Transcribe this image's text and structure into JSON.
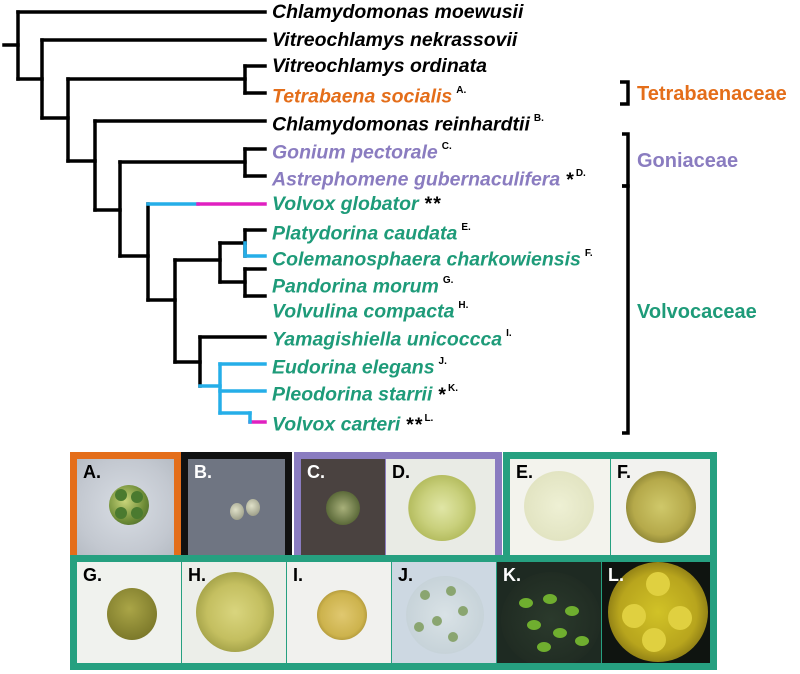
{
  "taxa": [
    {
      "name": "Chlamydomonas moewusii",
      "color": "#000000",
      "ref": "",
      "stars": ""
    },
    {
      "name": "Vitreochlamys nekrassovii",
      "color": "#000000",
      "ref": "",
      "stars": ""
    },
    {
      "name": "Vitreochlamys ordinata",
      "color": "#000000",
      "ref": "",
      "stars": ""
    },
    {
      "name": "Tetrabaena socialis",
      "color": "#e46e1a",
      "ref": "A.",
      "stars": ""
    },
    {
      "name": "Chlamydomonas reinhardtii",
      "color": "#000000",
      "ref": "B.",
      "stars": ""
    },
    {
      "name": "Gonium pectorale",
      "color": "#8a7cc0",
      "ref": "C.",
      "stars": ""
    },
    {
      "name": "Astrephomene gubernaculifera",
      "color": "#8a7cc0",
      "ref": "D.",
      "stars": "*"
    },
    {
      "name": "Volvox globator",
      "color": "#1e9b79",
      "ref": "",
      "stars": "**"
    },
    {
      "name": "Platydorina caudata",
      "color": "#1e9b79",
      "ref": "E.",
      "stars": ""
    },
    {
      "name": "Colemanosphaera charkowiensis",
      "color": "#1e9b79",
      "ref": "F.",
      "stars": ""
    },
    {
      "name": "Pandorina morum",
      "color": "#1e9b79",
      "ref": "G.",
      "stars": ""
    },
    {
      "name": "Volvulina compacta",
      "color": "#1e9b79",
      "ref": "H.",
      "stars": ""
    },
    {
      "name": "Yamagishiella unicoccca",
      "color": "#1e9b79",
      "ref": "I.",
      "stars": ""
    },
    {
      "name": "Eudorina elegans",
      "color": "#1e9b79",
      "ref": "J.",
      "stars": ""
    },
    {
      "name": "Pleodorina starrii",
      "color": "#1e9b79",
      "ref": "K.",
      "stars": "*"
    },
    {
      "name": "Volvox carteri",
      "color": "#1e9b79",
      "ref": "L.",
      "stars": "**"
    }
  ],
  "families": [
    {
      "name": "Tetrabaenaceae",
      "color": "#e46e1a"
    },
    {
      "name": "Goniaceae",
      "color": "#8a7cc0"
    },
    {
      "name": "Volvocaceae",
      "color": "#1e9b79"
    }
  ],
  "colors": {
    "tree": "#000000",
    "highlight_blue": "#25aee8",
    "highlight_magenta": "#e020c0",
    "tetrabaenaceae_frame": "#e46e1a",
    "chlamydomonas_frame": "#111111",
    "goniaceae_frame": "#8a7cc0",
    "volvocaceae_frame": "#26a080"
  },
  "panels": {
    "A": "A.",
    "B": "B.",
    "C": "C.",
    "D": "D.",
    "E": "E.",
    "F": "F.",
    "G": "G.",
    "H": "H.",
    "I": "I.",
    "J": "J.",
    "K": "K.",
    "L": "L."
  }
}
